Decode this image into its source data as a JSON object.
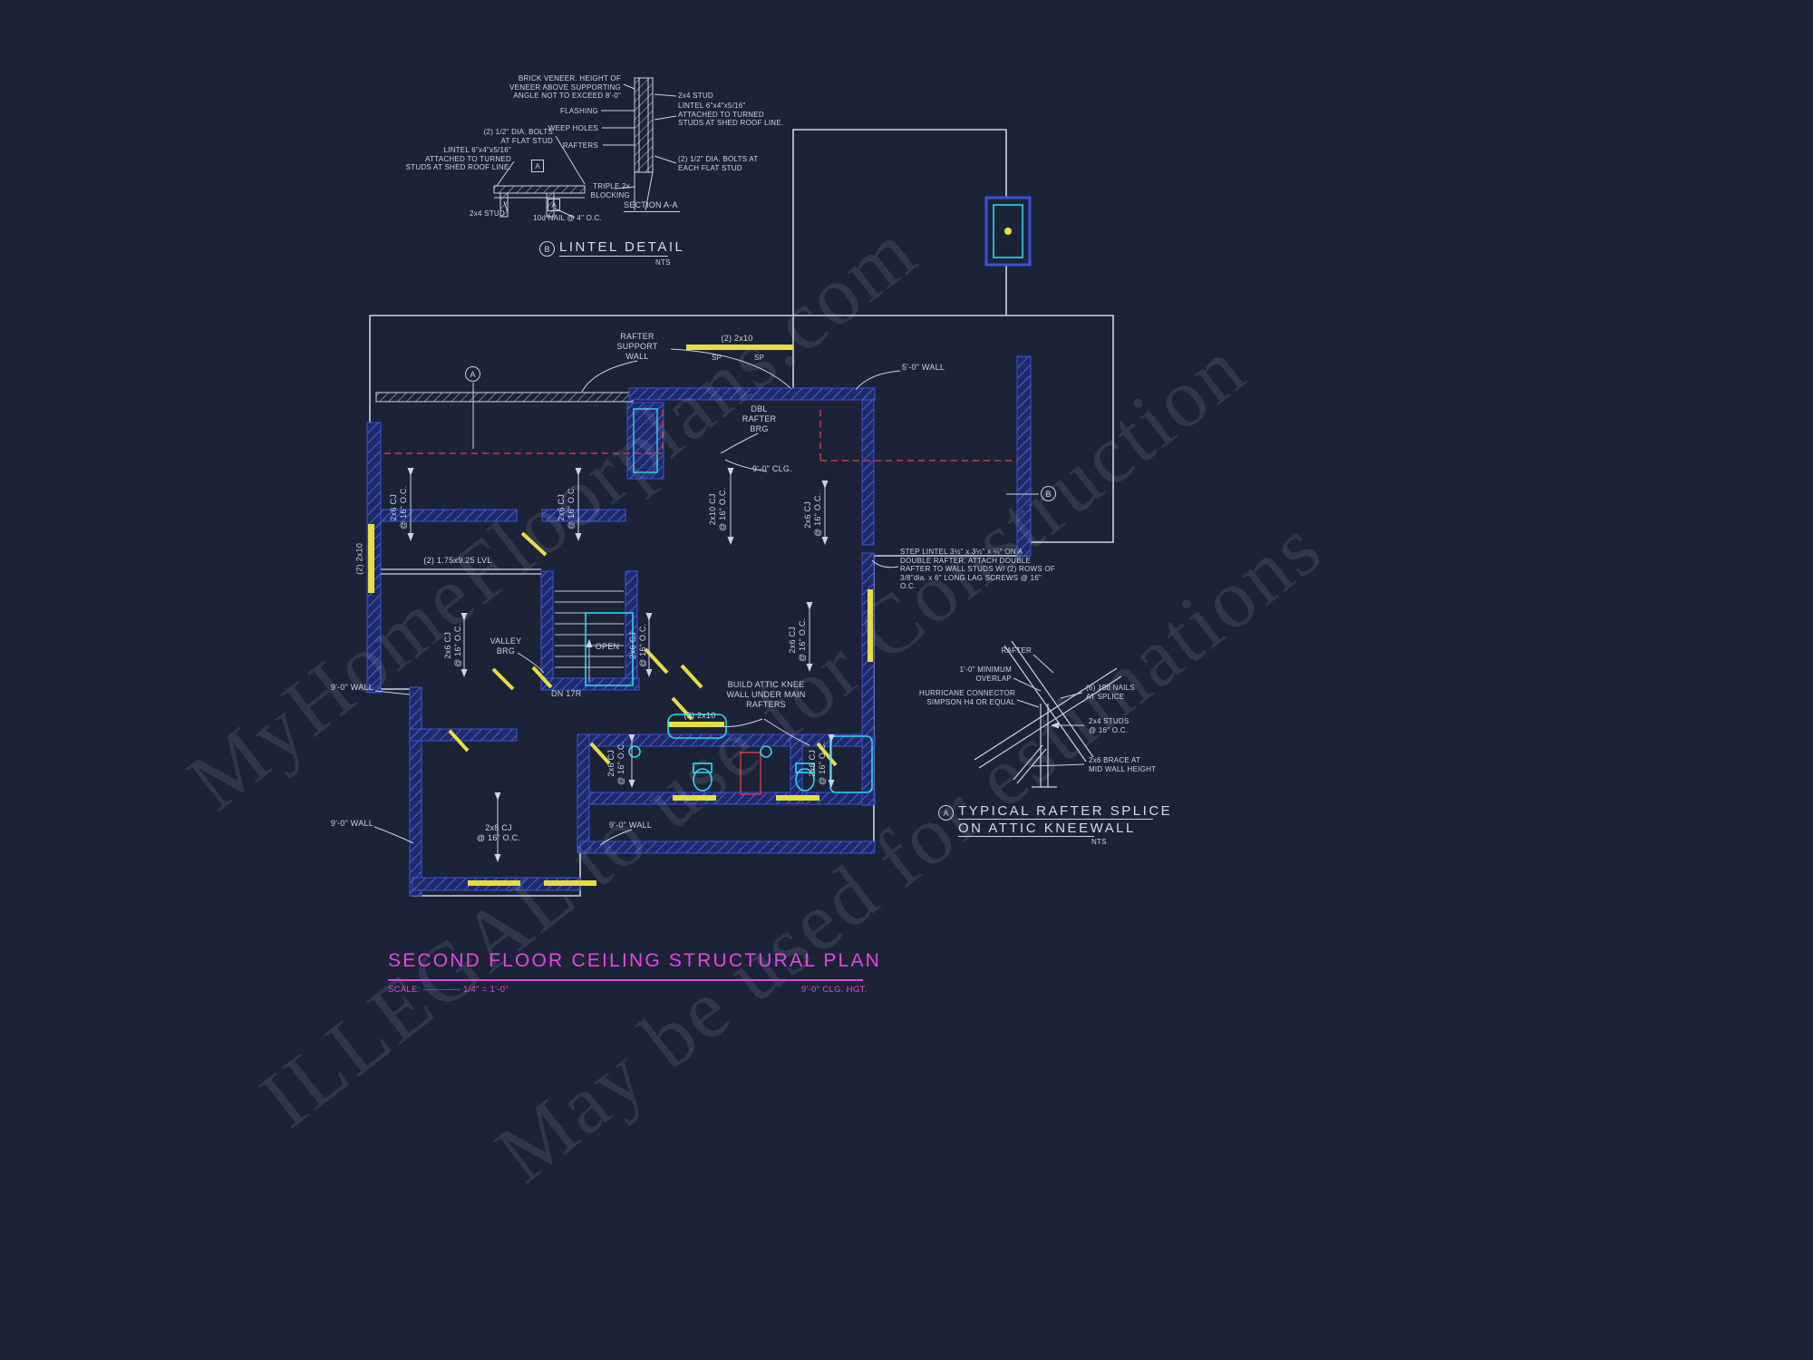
{
  "colors": {
    "background": "#1c2337",
    "line_white": "#ccd3e2",
    "wall_blue": "#3d4fd8",
    "cyan": "#27d9f2",
    "yellow": "#e6df3d",
    "red": "#d23442",
    "magenta": "#e645e6"
  },
  "watermarks": [
    "MyHomeFloorplans.com",
    "ILLEGAL to use for Construction",
    "May be used for estimations"
  ],
  "lintel": {
    "marker": "B",
    "title": "LINTEL DETAIL",
    "nts": "NTS",
    "section": "SECTION A-A",
    "marker_a1": "A",
    "marker_a2": "A",
    "labels": {
      "brick_veneer": "BRICK VENEER. HEIGHT OF\nVENEER ABOVE SUPPORTING\nANGLE NOT TO EXCEED 8'-0\"",
      "flashing": "FLASHING",
      "weep_holes": "WEEP HOLES",
      "rafters": "RAFTERS",
      "bolts_flat": "(2) 1/2\" DIA. BOLTS\nAT FLAT STUD",
      "lintel_left": "LINTEL 6\"x4\"x5/16\"\nATTACHED TO TURNED\nSTUDS AT SHED ROOF LINE.",
      "stud_bottom_left": "2x4 STUD",
      "nail": "10d NAIL @ 4\" O.C.",
      "stud_top_right": "2x4 STUD",
      "lintel_right": "LINTEL 6\"x4\"x5/16\"\nATTACHED TO TURNED\nSTUDS AT SHED ROOF LINE.",
      "bolts_each": "(2) 1/2\" DIA. BOLTS AT\nEACH FLAT STUD",
      "blocking": "TRIPLE 2x\nBLOCKING"
    }
  },
  "plan": {
    "marker_a": "A",
    "marker_b": "B",
    "labels": {
      "rafter_support": "RAFTER\nSUPPORT\nWALL",
      "beam_top": "(2) 2x10",
      "sp1": "SP",
      "sp2": "SP",
      "wall_5ft": "5'-0\" WALL",
      "dbl_rafter": "DBL\nRAFTER\nBRG",
      "clg9": "9'-0\" CLG.",
      "cj210": "2x10 CJ\n@ 16\" O.C.",
      "cj26_a": "2x6 CJ\n@ 16\" O.C.",
      "cj26_b": "2x6 CJ\n@ 16\" O.C.",
      "cj26_c": "2x6 CJ\n@ 16\" O.C.",
      "cj26_d": "2x6 CJ\n@ 16\" O.C.",
      "cj26_e": "2x6 CJ\n@ 16\" O.C.",
      "cj26_f": "2x6 CJ\n@ 16\" O.C.",
      "cj26_g": "2x6 CJ\n@ 16\" O.C.",
      "cj26_h": "2x6 CJ\n@ 16\" O.C.",
      "lvl": "(2) 1.75x9.25 LVL",
      "beam_left": "(2) 2x10",
      "step_lintel": "STEP LINTEL 3½\" x 3½\" x ¼\" ON A\nDOUBLE RAFTER.  ATTACH DOUBLE\nRAFTER TO WALL STUDS W/ (2) ROWS OF\n3/8\"dia. x 6\" LONG LAG SCREWS @ 16\" O.C.",
      "valley_brg": "VALLEY\nBRG",
      "open": "OPEN",
      "dn": "DN 17R",
      "wall9_left": "9'-0\" WALL",
      "attic_note": "BUILD ATTIC KNEE\nWALL UNDER MAIN\nRAFTERS",
      "beam_bath": "(2) 2x10",
      "cj28": "2x8 CJ\n@ 16\" O.C.",
      "wall9_bottom_left": "9'-0\" WALL",
      "wall9_bottom_mid": "9'-0\" WALL"
    }
  },
  "splice": {
    "marker": "A",
    "title1": "TYPICAL RAFTER SPLICE",
    "title2": "ON ATTIC KNEEWALL",
    "nts": "NTS",
    "labels": {
      "rafter": "RAFTER",
      "overlap": "1'-0\" MINIMUM\nOVERLAP",
      "hurricane": "HURRICANE CONNECTOR\nSIMPSON H4 OR EQUAL",
      "nails": "(6) 10d NAILS\nAT SPLICE",
      "studs": "2x4 STUDS\n@ 16\" O.C.",
      "brace": "2x6 BRACE AT\nMID WALL HEIGHT"
    }
  },
  "titleblock": {
    "title": "SECOND FLOOR CEILING STRUCTURAL PLAN",
    "scale": "SCALE: ------------ 1/4\" = 1'-0\"",
    "clg": "9'-0\" CLG. HGT."
  }
}
